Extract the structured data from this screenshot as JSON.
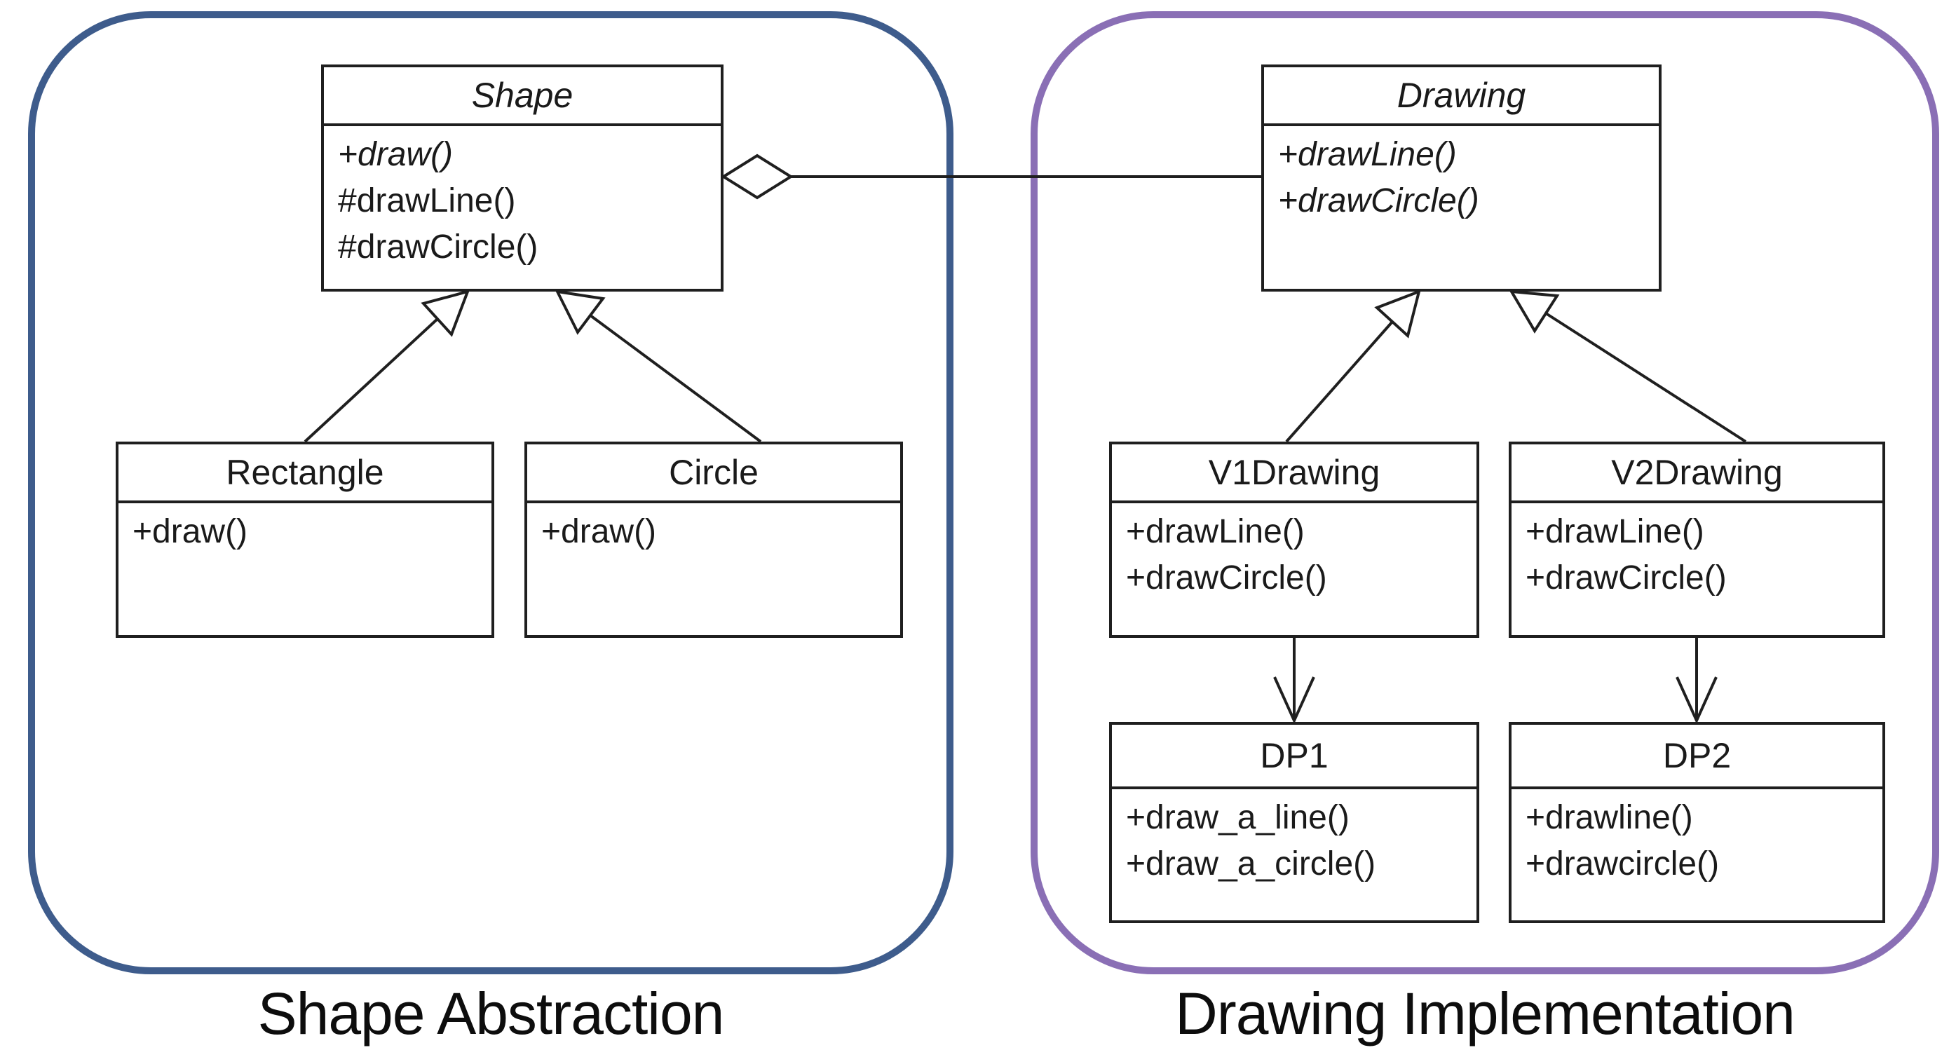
{
  "diagram_type": "uml-class-diagram-bridge-pattern",
  "line_color": "#1f1f1f",
  "groups": [
    {
      "label": "Shape Abstraction",
      "border_color": "#3E5C8C"
    },
    {
      "label": "Drawing Implementation",
      "border_color": "#8A6FB5"
    }
  ],
  "classes": [
    {
      "name": "Shape",
      "methods": [
        {
          "text": "+draw()"
        },
        {
          "text": "#drawLine()"
        },
        {
          "text": "#drawCircle()"
        }
      ]
    },
    {
      "name": "Drawing",
      "methods": [
        {
          "text": "+drawLine()"
        },
        {
          "text": "+drawCircle()"
        }
      ]
    },
    {
      "name": "Rectangle",
      "methods": [
        {
          "text": "+draw()"
        }
      ]
    },
    {
      "name": "Circle",
      "methods": [
        {
          "text": "+draw()"
        }
      ]
    },
    {
      "name": "V1Drawing",
      "methods": [
        {
          "text": "+drawLine()"
        },
        {
          "text": "+drawCircle()"
        }
      ]
    },
    {
      "name": "V2Drawing",
      "methods": [
        {
          "text": "+drawLine()"
        },
        {
          "text": "+drawCircle()"
        }
      ]
    },
    {
      "name": "DP1",
      "methods": [
        {
          "text": "+draw_a_line()"
        },
        {
          "text": "+draw_a_circle()"
        }
      ]
    },
    {
      "name": "DP2",
      "methods": [
        {
          "text": "+drawline()"
        },
        {
          "text": "+drawcircle()"
        }
      ]
    }
  ],
  "relationships": [
    {
      "type": "aggregation",
      "from": "Shape",
      "to": "Drawing"
    },
    {
      "type": "generalization",
      "from": "Rectangle",
      "to": "Shape"
    },
    {
      "type": "generalization",
      "from": "Circle",
      "to": "Shape"
    },
    {
      "type": "generalization",
      "from": "V1Drawing",
      "to": "Drawing"
    },
    {
      "type": "generalization",
      "from": "V2Drawing",
      "to": "Drawing"
    },
    {
      "type": "association-arrow",
      "from": "V1Drawing",
      "to": "DP1"
    },
    {
      "type": "association-arrow",
      "from": "V2Drawing",
      "to": "DP2"
    }
  ]
}
